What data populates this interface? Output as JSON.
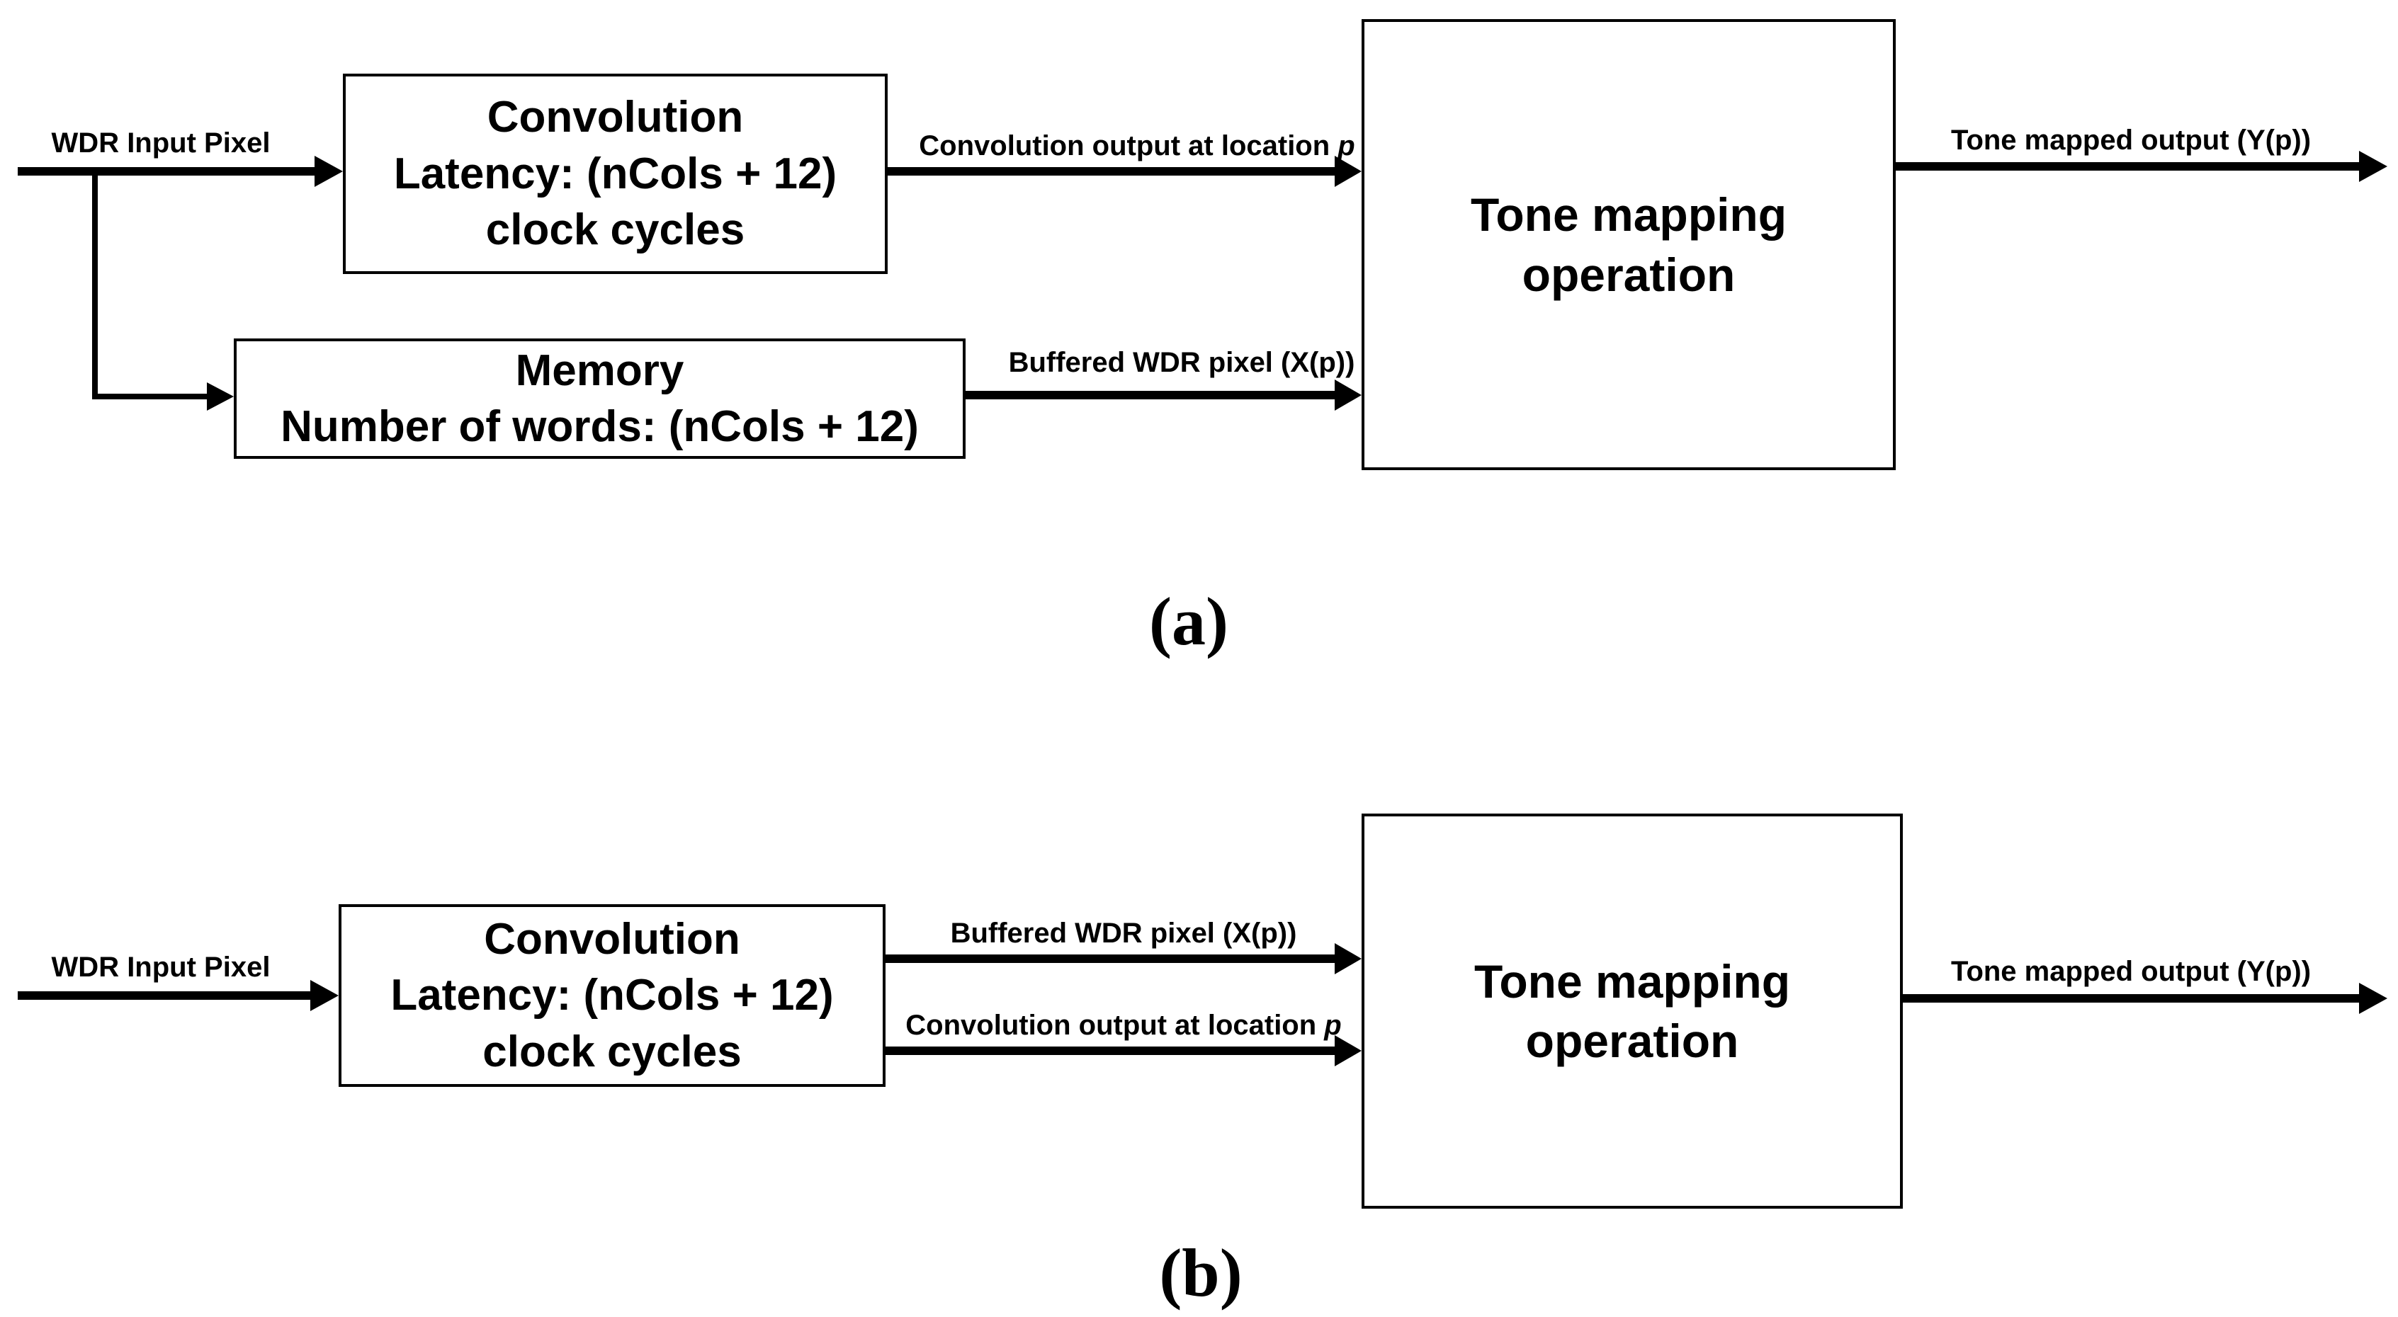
{
  "figure": {
    "colors": {
      "ink": "#000000",
      "background": "#ffffff"
    },
    "caption_a": "(a)",
    "caption_b": "(b)",
    "diagram_a": {
      "input_label": "WDR Input Pixel",
      "convolution_box_text": "Convolution\nLatency: (nCols + 12)\nclock cycles",
      "memory_box_text": "Memory\nNumber of words: (nCols + 12)",
      "tone_box_text": "Tone mapping\noperation",
      "conv_output_label": {
        "text": "Convolution output at location",
        "italic_var": "p"
      },
      "buffered_label": "Buffered WDR pixel (X(p))",
      "output_label": "Tone mapped output (Y(p))"
    },
    "diagram_b": {
      "input_label": "WDR Input Pixel",
      "convolution_box_text": "Convolution\nLatency: (nCols + 12)\nclock cycles",
      "tone_box_text": "Tone mapping\noperation",
      "buffered_label": "Buffered WDR pixel (X(p))",
      "conv_output_label": {
        "text": "Convolution output at location",
        "italic_var": "p"
      },
      "output_label": "Tone mapped output (Y(p))"
    }
  }
}
